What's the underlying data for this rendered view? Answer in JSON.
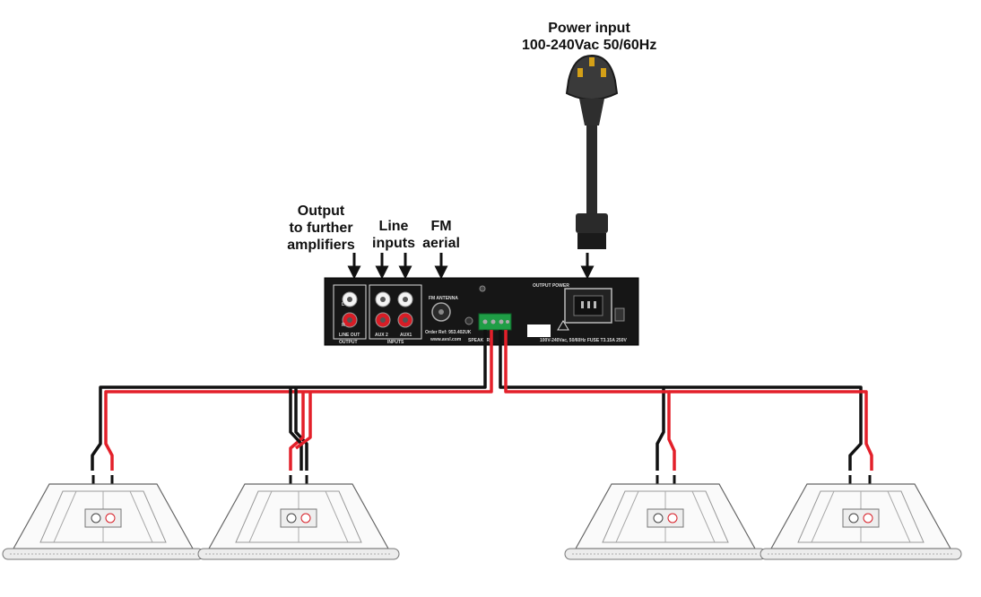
{
  "labels": {
    "power": {
      "line1": "Power input",
      "line2": "100-240Vac 50/60Hz"
    },
    "output": {
      "line1": "Output",
      "line2": "to further",
      "line3": "amplifiers"
    },
    "line_inputs": {
      "line1": "Line",
      "line2": "inputs"
    },
    "fm": {
      "line1": "FM",
      "line2": "aerial"
    }
  },
  "amplifier": {
    "line_out": "LINE OUT",
    "output": "OUTPUT",
    "aux2": "AUX 2",
    "aux1": "AUX1",
    "inputs": "INPUTS",
    "fm_antenna": "FM ANTENNA",
    "order_ref": "Order Ref: 953.402UK",
    "website": "www.avsl.com",
    "speakers": "SPEAKERS",
    "output_power": "OUTPUT POWER",
    "power_rating": "100V-240Vac, 50/60Hz FUSE T3.15A 250V",
    "channel_l": "L",
    "channel_r": "R"
  },
  "colors": {
    "amp_body": "#161616",
    "wire_red": "#e3202a",
    "wire_black": "#111111",
    "terminal_green": "#1f9e46"
  }
}
